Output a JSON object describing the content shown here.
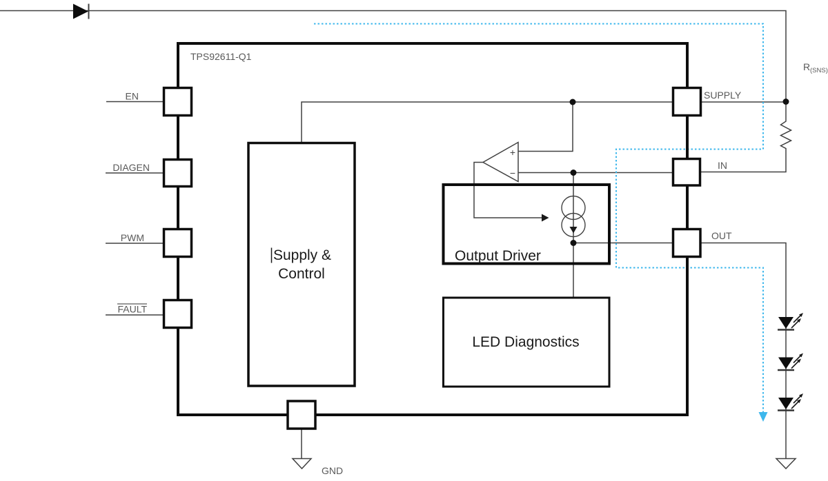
{
  "diagram": {
    "chip_label": "TPS92611-Q1",
    "pins": {
      "left": [
        {
          "id": "en",
          "label": "EN",
          "overline": false
        },
        {
          "id": "diagen",
          "label": "DIAGEN",
          "overline": false
        },
        {
          "id": "pwm",
          "label": "PWM",
          "overline": false
        },
        {
          "id": "fault",
          "label": "FAULT",
          "overline": true
        }
      ],
      "right": [
        {
          "id": "supply",
          "label": "SUPPLY"
        },
        {
          "id": "in",
          "label": "IN"
        },
        {
          "id": "out",
          "label": "OUT"
        }
      ],
      "bottom": [
        {
          "id": "gnd",
          "label": "GND"
        }
      ]
    },
    "blocks": {
      "supply_control": {
        "label_line1": "Supply &",
        "label_line2": "Control"
      },
      "output_driver": {
        "label": "Output Driver"
      },
      "led_diagnostics": {
        "label": "LED Diagnostics"
      }
    },
    "components": {
      "sense_resistor": {
        "label_base": "R",
        "label_sub": "(SNS)"
      },
      "comparator": {
        "plus": "+",
        "minus": "−"
      },
      "led_string_count": 3
    },
    "colors": {
      "wire_gray": "#404040",
      "outline_black": "#0d0d0d",
      "label_gray": "#595959",
      "block_text_black": "#1a1a1a",
      "current_path_cyan": "#3db7ec"
    }
  }
}
